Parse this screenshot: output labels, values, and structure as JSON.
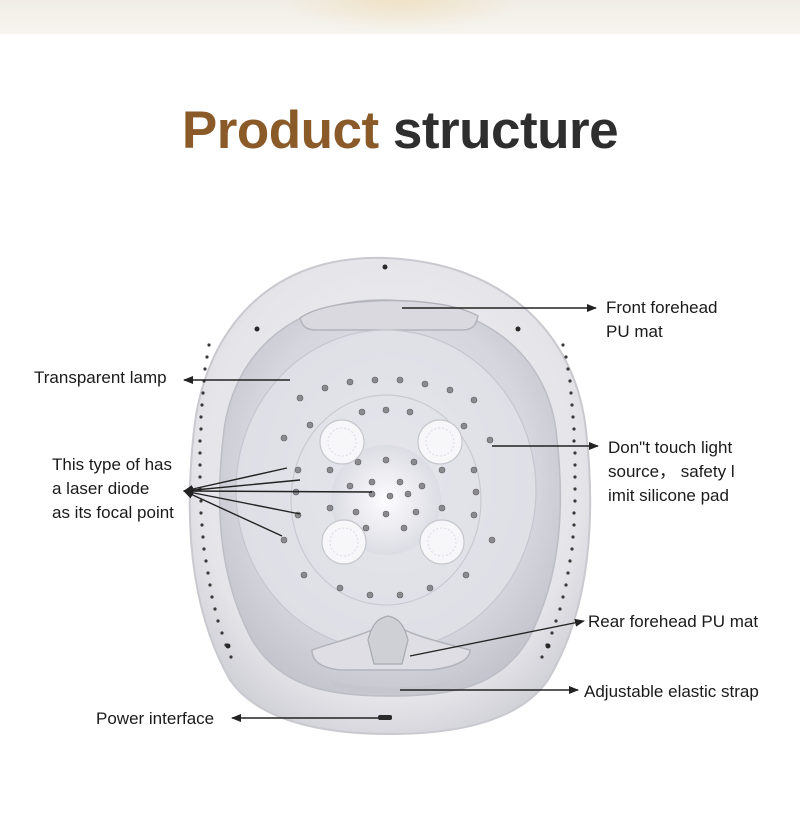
{
  "header": {
    "title_part1": "Product",
    "title_part2": "structure"
  },
  "labels": {
    "front_forehead": [
      "Front forehead",
      "PU mat"
    ],
    "transparent_lamp": "Transparent lamp",
    "laser_diode": [
      "This type of has",
      "a laser diode",
      "as its focal point"
    ],
    "dont_touch": [
      "Don\"t touch light",
      "source，  safety l",
      "imit silicone pad"
    ],
    "rear_forehead": "Rear forehead PU mat",
    "elastic_strap": "Adjustable elastic strap",
    "power_interface": "Power interface"
  },
  "colors": {
    "title_accent": "#8a5a28",
    "title_dark": "#2e2e2e",
    "shell": "#e6e6ea",
    "arrow": "#222222"
  }
}
